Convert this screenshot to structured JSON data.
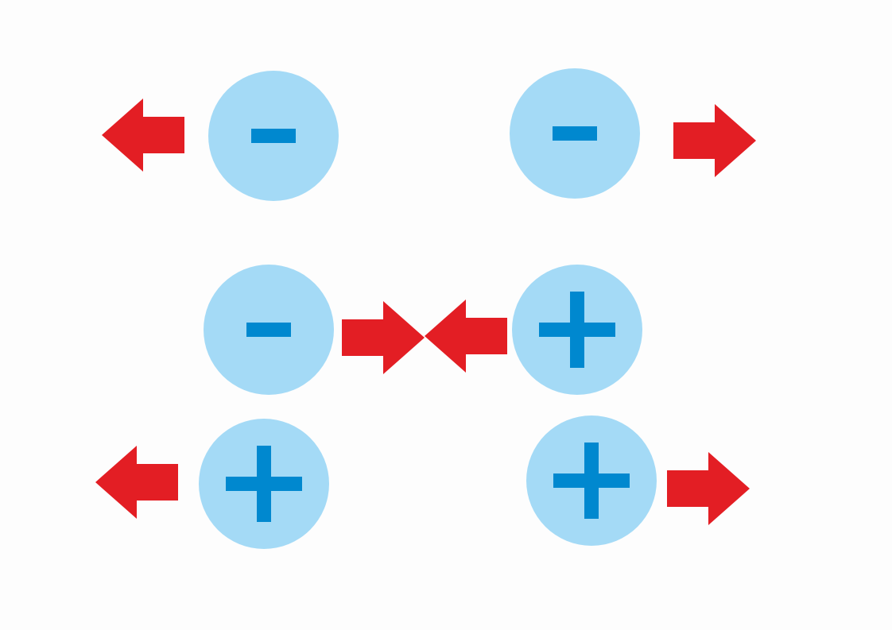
{
  "colors": {
    "background": "#fdfdfd",
    "charge_fill": "#a4daf6",
    "charge_symbol": "#0088cf",
    "force_arrow": "#e31e24"
  },
  "icons": {
    "charge": "circle",
    "negative_symbol": "minus-icon",
    "positive_symbol": "plus-icon",
    "force": "arrow-icon"
  },
  "rows": [
    {
      "interaction": "repulsion",
      "charges": [
        {
          "sign": "negative",
          "force": "left"
        },
        {
          "sign": "negative",
          "force": "right"
        }
      ]
    },
    {
      "interaction": "attraction",
      "charges": [
        {
          "sign": "negative",
          "force": "right"
        },
        {
          "sign": "positive",
          "force": "left"
        }
      ]
    },
    {
      "interaction": "repulsion",
      "charges": [
        {
          "sign": "positive",
          "force": "left"
        },
        {
          "sign": "positive",
          "force": "right"
        }
      ]
    }
  ]
}
